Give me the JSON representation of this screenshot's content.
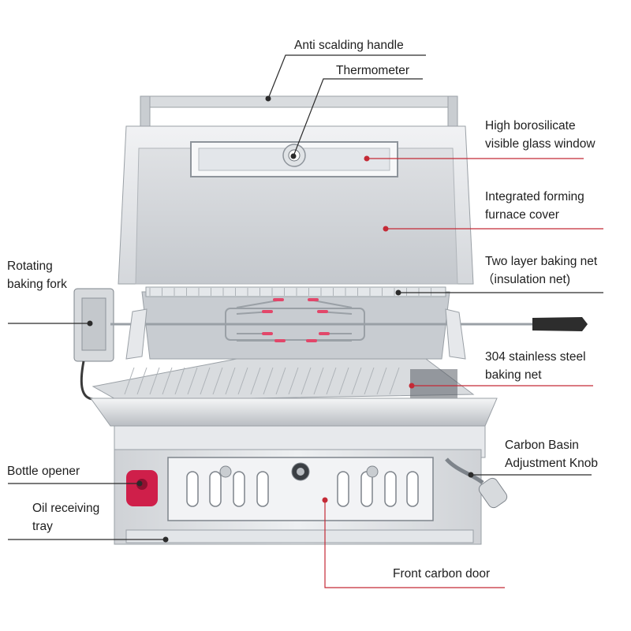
{
  "colors": {
    "background": "#ffffff",
    "text": "#1e1e1e",
    "leader_dark": "#2b2b2b",
    "leader_red": "#c42a36",
    "steel_light": "#e9ebee",
    "steel_mid": "#c8ccd1",
    "steel_dark": "#8e949b",
    "opener": "#cf1f4a",
    "skewer_tip": "#e2476a",
    "handle_black": "#2d2d2d"
  },
  "icons": [
    "callout-dot",
    "bottle-opener-icon",
    "thermometer-dial-icon"
  ],
  "callouts": {
    "anti_scalding_handle": "Anti scalding handle",
    "thermometer": "Thermometer",
    "glass_window_line1": "High borosilicate",
    "glass_window_line2": "visible glass window",
    "furnace_cover_line1": "Integrated forming",
    "furnace_cover_line2": "furnace cover",
    "rotating_fork_line1": "Rotating",
    "rotating_fork_line2": "baking fork",
    "baking_net_two_layer_line1": "Two layer baking net",
    "baking_net_two_layer_line2": "（insulation net)",
    "steel_net_line1": "304 stainless steel",
    "steel_net_line2": "baking net",
    "carbon_knob_line1": "Carbon Basin",
    "carbon_knob_line2": "Adjustment Knob",
    "bottle_opener": "Bottle opener",
    "oil_tray_line1": "Oil receiving",
    "oil_tray_line2": "tray",
    "front_door": "Front carbon door"
  }
}
